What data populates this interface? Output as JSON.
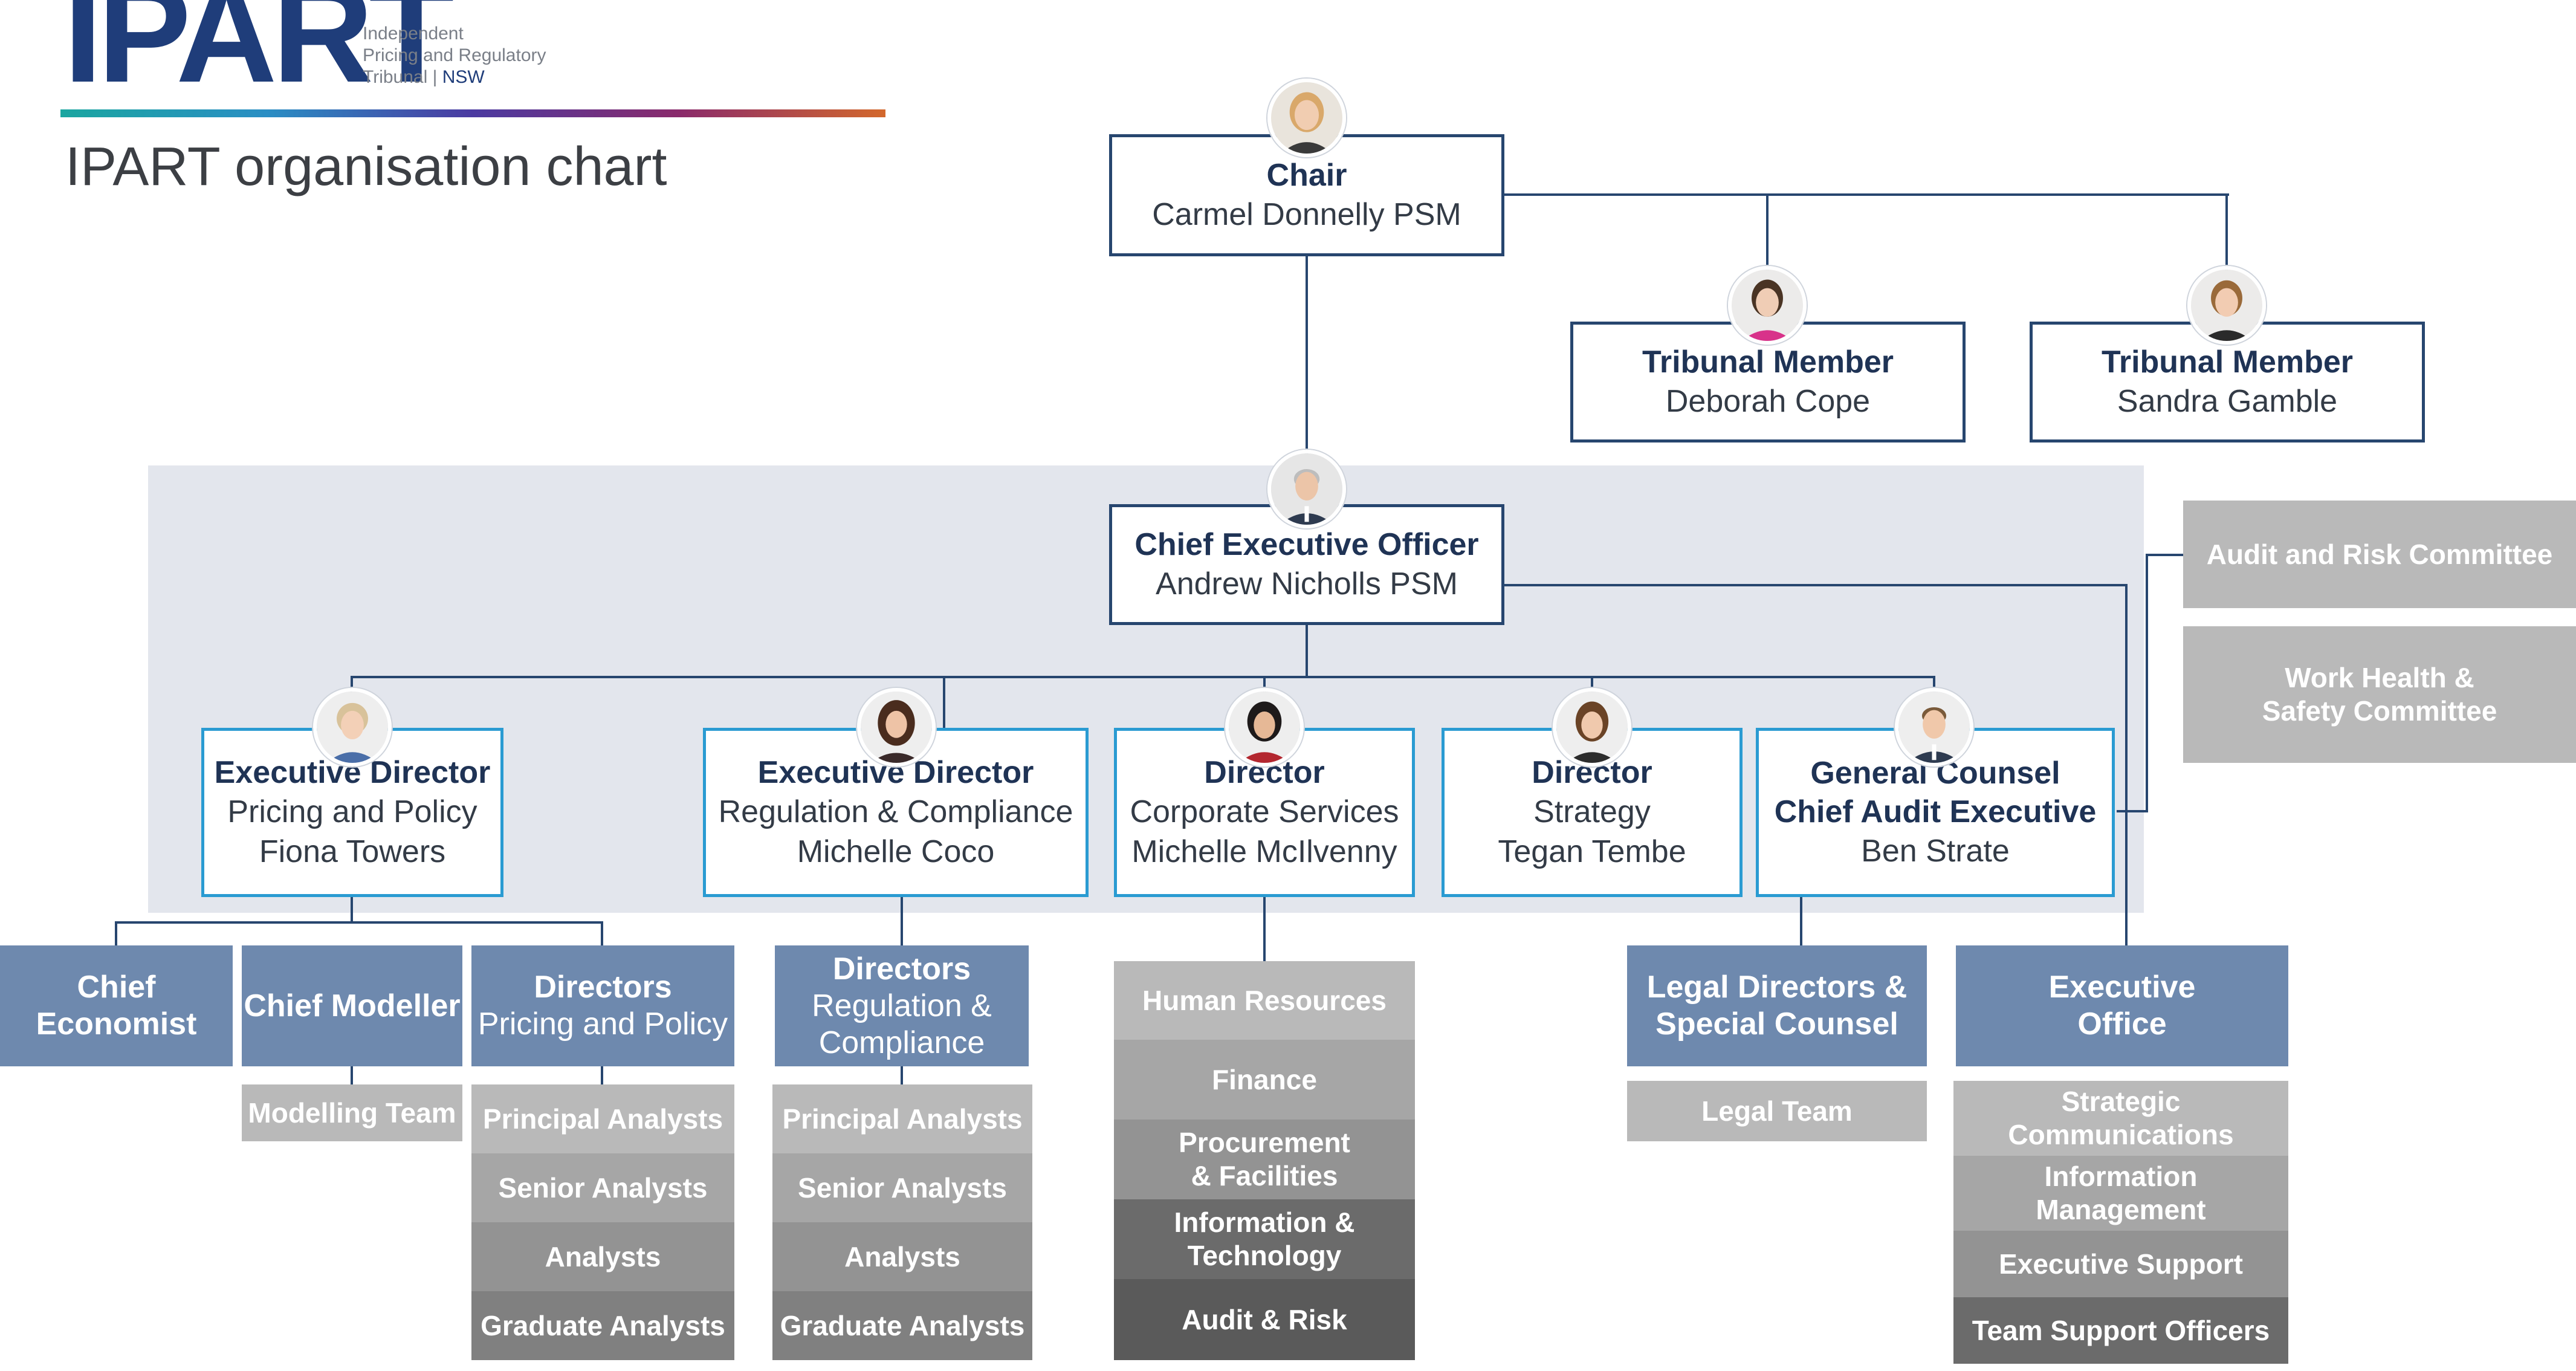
{
  "header": {
    "logo_text": "IPART",
    "logo_sub": [
      "Independent",
      "Pricing and Regulatory",
      "Tribunal"
    ],
    "logo_sub_nsw": "NSW",
    "title": "IPART organisation chart"
  },
  "people": {
    "chair": {
      "role": "Chair",
      "name": "Carmel Donnelly PSM"
    },
    "member1": {
      "role": "Tribunal Member",
      "name": "Deborah Cope"
    },
    "member2": {
      "role": "Tribunal Member",
      "name": "Sandra Gamble"
    },
    "ceo": {
      "role": "Chief Executive Officer",
      "name": "Andrew Nicholls PSM"
    },
    "ed_pricing": {
      "role": "Executive Director",
      "area": "Pricing and Policy",
      "name": "Fiona Towers"
    },
    "ed_regulation": {
      "role": "Executive Director",
      "area": "Regulation & Compliance",
      "name": "Michelle Coco"
    },
    "dir_corporate": {
      "role": "Director",
      "area": "Corporate Services",
      "name": "Michelle McIlvenny"
    },
    "dir_strategy": {
      "role": "Director",
      "area": "Strategy",
      "name": "Tegan Tembe"
    },
    "general_counsel": {
      "role": "General Counsel",
      "role2": "Chief Audit Executive",
      "name": "Ben Strate"
    }
  },
  "committees": {
    "audit_risk": "Audit and Risk  Committee",
    "whs": [
      "Work Health &",
      "Safety Committee"
    ]
  },
  "teams": {
    "chief_economist": [
      "Chief",
      "Economist"
    ],
    "chief_modeller": "Chief Modeller",
    "modelling_team": "Modelling Team",
    "directors_pricing": {
      "title": "Directors",
      "sub": "Pricing and Policy"
    },
    "pricing_levels": [
      "Principal Analysts",
      "Senior Analysts",
      "Analysts",
      "Graduate Analysts"
    ],
    "directors_regulation": {
      "title": "Directors",
      "sub": [
        "Regulation  &",
        "Compliance"
      ]
    },
    "regulation_levels": [
      "Principal Analysts",
      "Senior Analysts",
      "Analysts",
      "Graduate Analysts"
    ],
    "corporate_units": [
      [
        "Human  Resources"
      ],
      [
        "Finance"
      ],
      [
        "Procurement",
        "& Facilities"
      ],
      [
        "Information &",
        "Technology"
      ],
      [
        "Audit & Risk"
      ]
    ],
    "legal_directors": [
      "Legal Directors  &",
      "Special  Counsel"
    ],
    "legal_team": "Legal Team",
    "executive_office": [
      "Executive",
      "Office"
    ],
    "exec_units": [
      [
        "Strategic",
        "Communications"
      ],
      [
        "Information",
        "Management"
      ],
      [
        "Executive Support"
      ],
      [
        "Team Support  Officers"
      ]
    ]
  },
  "colors": {
    "navy": "#27466f",
    "light_blue_border": "#2a9bd2",
    "tile_blue": "#6e89ae",
    "shade": "#e3e6ed"
  }
}
